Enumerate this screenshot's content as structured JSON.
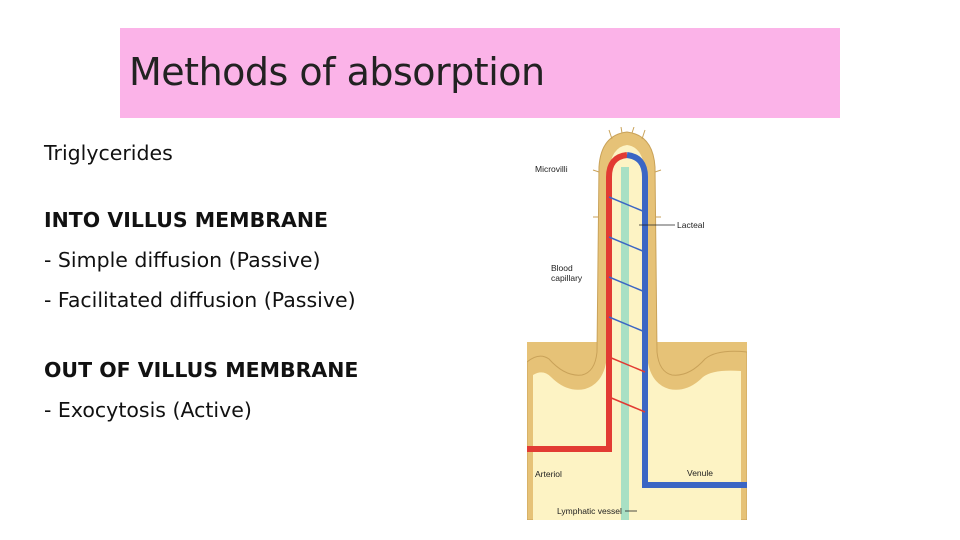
{
  "slide": {
    "title": "Methods of absorption",
    "lines": [
      {
        "text": "Triglycerides",
        "bold": false
      },
      {
        "text": "INTO VILLUS MEMBRANE",
        "bold": true
      },
      {
        "text": "- Simple diffusion (Passive)",
        "bold": false
      },
      {
        "text": "- Facilitated diffusion (Passive)",
        "bold": false
      },
      {
        "text": "OUT OF VILLUS MEMBRANE",
        "bold": true
      },
      {
        "text": "- Exocytosis (Active)",
        "bold": false
      }
    ]
  },
  "figure": {
    "labels": {
      "microvilli": "Microvilli",
      "lacteal": "Lacteal",
      "blood_capillary_1": "Blood",
      "blood_capillary_2": "capillary",
      "arteriol": "Arteriol",
      "venule": "Venule",
      "lymphatic_vessel": "Lymphatic vessel"
    },
    "colors": {
      "epithelium": "#e6c277",
      "lamina": "#fdf3c4",
      "artery": "#e23b33",
      "vein": "#3b66c4",
      "lymph": "#a9e0c4"
    }
  }
}
